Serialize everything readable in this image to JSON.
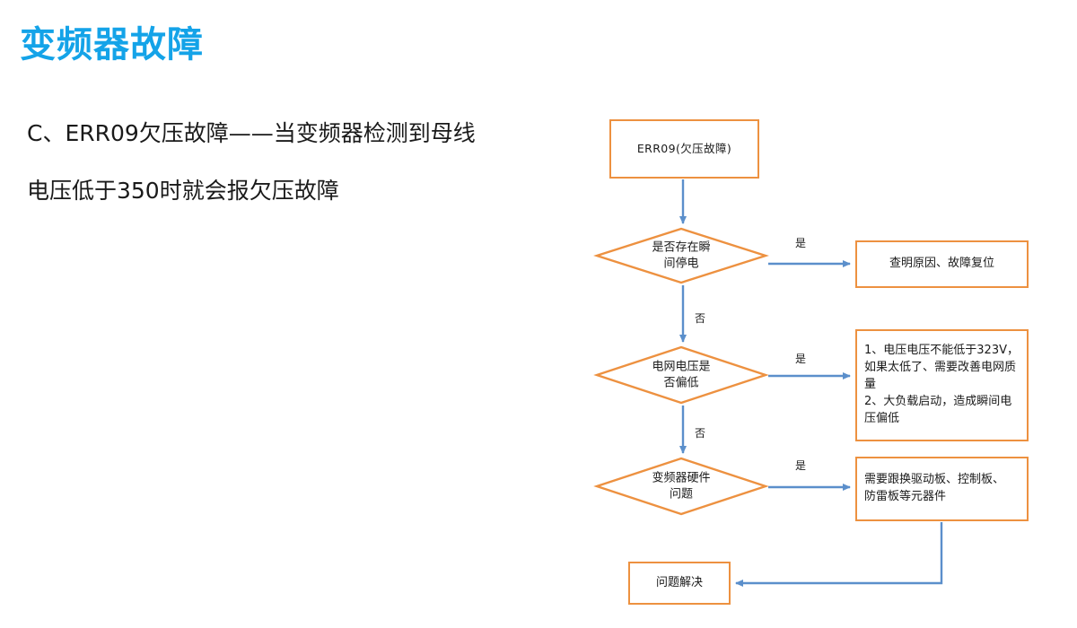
{
  "slide": {
    "title": "变频器故障",
    "title_color": "#14A3E8",
    "accent_border_color": "#ED9140",
    "connector_color": "#5B8FCB",
    "background": "#FFFFFF"
  },
  "body": {
    "line1": "C、ERR09欠压故障——当变频器检测到母线",
    "line2": "电压低于350时就会报欠压故障"
  },
  "flowchart": {
    "type": "flowchart",
    "nodes": {
      "start": {
        "label": "ERR09(欠压故障)",
        "shape": "box"
      },
      "q_blackout": {
        "label": "是否存在瞬\n间停电",
        "shape": "diamond"
      },
      "check_cause": {
        "label": "查明原因、故障复位",
        "shape": "box"
      },
      "q_lowgrid": {
        "label": "电网电压是\n否偏低",
        "shape": "diamond"
      },
      "grid_advice": {
        "label": "1、电压电压不能低于323V，\n如果太低了、需要改善电网质\n量\n2、大负载启动，造成瞬间电\n压偏低",
        "shape": "box"
      },
      "q_hardware": {
        "label": "变频器硬件\n问题",
        "shape": "diamond"
      },
      "hw_advice": {
        "label": "需要跟换驱动板、控制板、\n防雷板等元器件",
        "shape": "box"
      },
      "resolved": {
        "label": "问题解决",
        "shape": "box"
      }
    },
    "edge_labels": {
      "yes_blackout": "是",
      "yes_lowgrid": "是",
      "yes_hardware": "是",
      "no_blackout": "否",
      "no_lowgrid": "否"
    }
  }
}
